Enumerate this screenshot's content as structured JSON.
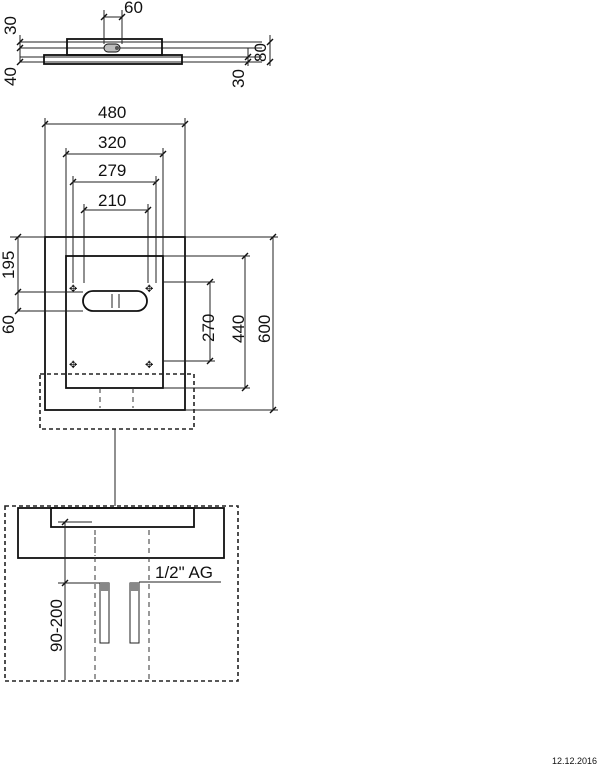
{
  "dimensions": {
    "top_view": {
      "handle_width": "60",
      "height_top": "30",
      "height_total": "80",
      "plate_height": "40",
      "plate_thickness": "30"
    },
    "front_view": {
      "width_total": "480",
      "width_320": "320",
      "width_279": "279",
      "width_210": "210",
      "offset_195": "195",
      "offset_60": "60",
      "height_270": "270",
      "height_440": "440",
      "height_600": "600"
    },
    "detail_view": {
      "thread": "1/2\" AG",
      "depth_range": "90-200"
    }
  },
  "footer": {
    "date": "12.12.2016"
  }
}
